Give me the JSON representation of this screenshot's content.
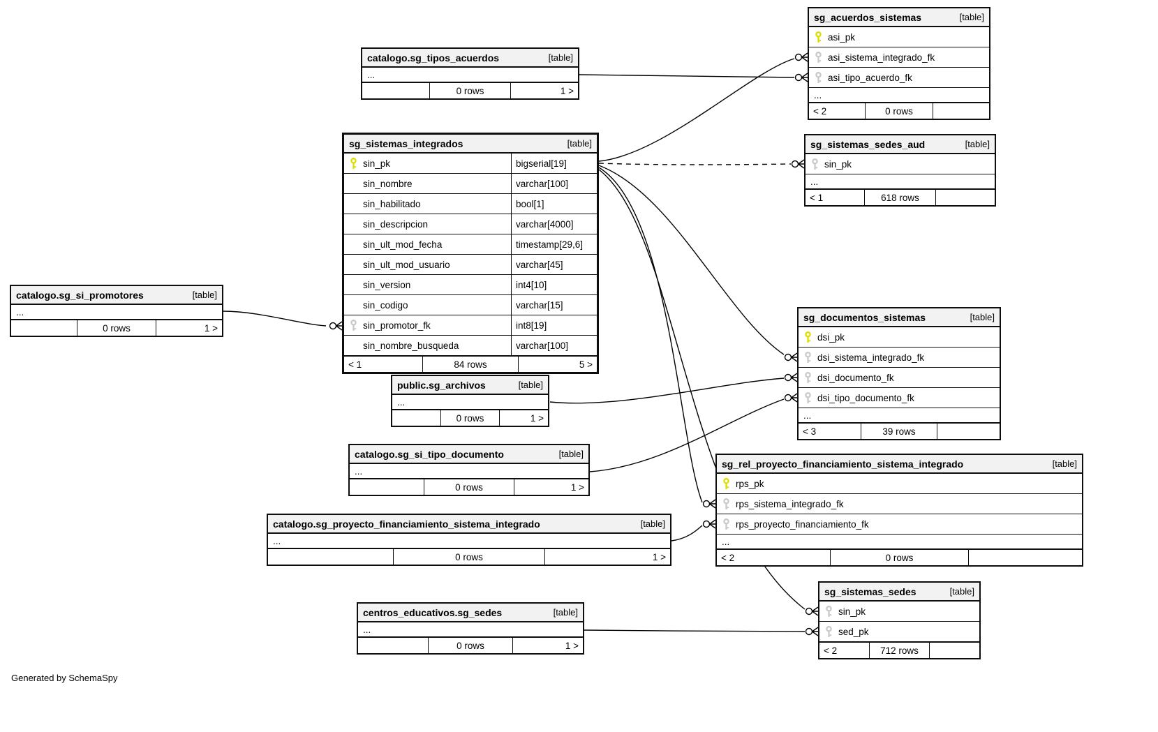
{
  "note": "Generated by SchemaSpy",
  "colors": {
    "pk_key": "#dddd00",
    "fk_key": "#c9c9c9",
    "header_bg": "#f2f2f2",
    "line": "#000000"
  },
  "tables": [
    {
      "id": "sg_acuerdos_sistemas",
      "title": "sg_acuerdos_sistemas",
      "tag": "[table]",
      "columns": [
        {
          "name": "asi_pk",
          "key": "pk"
        },
        {
          "name": "asi_sistema_integrado_fk",
          "key": "fk"
        },
        {
          "name": "asi_tipo_acuerdo_fk",
          "key": "fk"
        },
        {
          "name": "...",
          "ellipsis": true
        }
      ],
      "footer": {
        "parents": "< 2",
        "rows": "0 rows",
        "children": ""
      }
    },
    {
      "id": "catalogo.sg_tipos_acuerdos",
      "title": "catalogo.sg_tipos_acuerdos",
      "tag": "[table]",
      "columns": [
        {
          "name": "...",
          "ellipsis": true
        }
      ],
      "footer": {
        "parents": "",
        "rows": "0 rows",
        "children": "1 >"
      }
    },
    {
      "id": "sg_sistemas_integrados",
      "title": "sg_sistemas_integrados",
      "tag": "[table]",
      "columns": [
        {
          "name": "sin_pk",
          "key": "pk",
          "type": "bigserial[19]"
        },
        {
          "name": "sin_nombre",
          "type": "varchar[100]"
        },
        {
          "name": "sin_habilitado",
          "type": "bool[1]"
        },
        {
          "name": "sin_descripcion",
          "type": "varchar[4000]"
        },
        {
          "name": "sin_ult_mod_fecha",
          "type": "timestamp[29,6]"
        },
        {
          "name": "sin_ult_mod_usuario",
          "type": "varchar[45]"
        },
        {
          "name": "sin_version",
          "type": "int4[10]"
        },
        {
          "name": "sin_codigo",
          "type": "varchar[15]"
        },
        {
          "name": "sin_promotor_fk",
          "key": "fk",
          "type": "int8[19]"
        },
        {
          "name": "sin_nombre_busqueda",
          "type": "varchar[100]"
        }
      ],
      "footer": {
        "parents": "< 1",
        "rows": "84 rows",
        "children": "5 >"
      }
    },
    {
      "id": "sg_sistemas_sedes_aud",
      "title": "sg_sistemas_sedes_aud",
      "tag": "[table]",
      "columns": [
        {
          "name": "sin_pk",
          "key": "fk"
        },
        {
          "name": "...",
          "ellipsis": true
        }
      ],
      "footer": {
        "parents": "< 1",
        "rows": "618 rows",
        "children": ""
      }
    },
    {
      "id": "catalogo.sg_si_promotores",
      "title": "catalogo.sg_si_promotores",
      "tag": "[table]",
      "columns": [
        {
          "name": "...",
          "ellipsis": true
        }
      ],
      "footer": {
        "parents": "",
        "rows": "0 rows",
        "children": "1 >"
      }
    },
    {
      "id": "public.sg_archivos",
      "title": "public.sg_archivos",
      "tag": "[table]",
      "columns": [
        {
          "name": "...",
          "ellipsis": true
        }
      ],
      "footer": {
        "parents": "",
        "rows": "0 rows",
        "children": "1 >"
      }
    },
    {
      "id": "sg_documentos_sistemas",
      "title": "sg_documentos_sistemas",
      "tag": "[table]",
      "columns": [
        {
          "name": "dsi_pk",
          "key": "pk"
        },
        {
          "name": "dsi_sistema_integrado_fk",
          "key": "fk"
        },
        {
          "name": "dsi_documento_fk",
          "key": "fk"
        },
        {
          "name": "dsi_tipo_documento_fk",
          "key": "fk"
        },
        {
          "name": "...",
          "ellipsis": true
        }
      ],
      "footer": {
        "parents": "< 3",
        "rows": "39 rows",
        "children": ""
      }
    },
    {
      "id": "catalogo.sg_si_tipo_documento",
      "title": "catalogo.sg_si_tipo_documento",
      "tag": "[table]",
      "columns": [
        {
          "name": "...",
          "ellipsis": true
        }
      ],
      "footer": {
        "parents": "",
        "rows": "0 rows",
        "children": "1 >"
      }
    },
    {
      "id": "sg_rel_proyecto_financiamiento_sistema_integrado",
      "title": "sg_rel_proyecto_financiamiento_sistema_integrado",
      "tag": "[table]",
      "columns": [
        {
          "name": "rps_pk",
          "key": "pk"
        },
        {
          "name": "rps_sistema_integrado_fk",
          "key": "fk"
        },
        {
          "name": "rps_proyecto_financiamiento_fk",
          "key": "fk"
        },
        {
          "name": "...",
          "ellipsis": true
        }
      ],
      "footer": {
        "parents": "< 2",
        "rows": "0 rows",
        "children": ""
      }
    },
    {
      "id": "catalogo.sg_proyecto_financiamiento_sistema_integrado",
      "title": "catalogo.sg_proyecto_financiamiento_sistema_integrado",
      "tag": "[table]",
      "columns": [
        {
          "name": "...",
          "ellipsis": true
        }
      ],
      "footer": {
        "parents": "",
        "rows": "0 rows",
        "children": "1 >"
      }
    },
    {
      "id": "centros_educativos.sg_sedes",
      "title": "centros_educativos.sg_sedes",
      "tag": "[table]",
      "columns": [
        {
          "name": "...",
          "ellipsis": true
        }
      ],
      "footer": {
        "parents": "",
        "rows": "0 rows",
        "children": "1 >"
      }
    },
    {
      "id": "sg_sistemas_sedes",
      "title": "sg_sistemas_sedes",
      "tag": "[table]",
      "columns": [
        {
          "name": "sin_pk",
          "key": "fk"
        },
        {
          "name": "sed_pk",
          "key": "fk"
        }
      ],
      "footer": {
        "parents": "< 2",
        "rows": "712 rows",
        "children": ""
      }
    }
  ],
  "edges": [
    {
      "from": "catalogo.sg_tipos_acuerdos",
      "to": "sg_acuerdos_sistemas",
      "to_column": "asi_tipo_acuerdo_fk",
      "style": "solid"
    },
    {
      "from": "sg_sistemas_integrados",
      "to": "sg_acuerdos_sistemas",
      "to_column": "asi_sistema_integrado_fk",
      "style": "solid"
    },
    {
      "from": "sg_sistemas_integrados",
      "to": "sg_sistemas_sedes_aud",
      "to_column": "sin_pk",
      "style": "dashed"
    },
    {
      "from": "sg_sistemas_integrados",
      "to": "sg_documentos_sistemas",
      "to_column": "dsi_sistema_integrado_fk",
      "style": "solid"
    },
    {
      "from": "public.sg_archivos",
      "to": "sg_documentos_sistemas",
      "to_column": "dsi_documento_fk",
      "style": "solid"
    },
    {
      "from": "catalogo.sg_si_tipo_documento",
      "to": "sg_documentos_sistemas",
      "to_column": "dsi_tipo_documento_fk",
      "style": "solid"
    },
    {
      "from": "catalogo.sg_si_promotores",
      "to": "sg_sistemas_integrados",
      "to_column": "sin_promotor_fk",
      "style": "solid"
    },
    {
      "from": "sg_sistemas_integrados",
      "to": "sg_rel_proyecto_financiamiento_sistema_integrado",
      "to_column": "rps_sistema_integrado_fk",
      "style": "solid"
    },
    {
      "from": "catalogo.sg_proyecto_financiamiento_sistema_integrado",
      "to": "sg_rel_proyecto_financiamiento_sistema_integrado",
      "to_column": "rps_proyecto_financiamiento_fk",
      "style": "solid"
    },
    {
      "from": "sg_sistemas_integrados",
      "to": "sg_sistemas_sedes",
      "to_column": "sin_pk",
      "style": "solid"
    },
    {
      "from": "centros_educativos.sg_sedes",
      "to": "sg_sistemas_sedes",
      "to_column": "sed_pk",
      "style": "solid"
    }
  ]
}
